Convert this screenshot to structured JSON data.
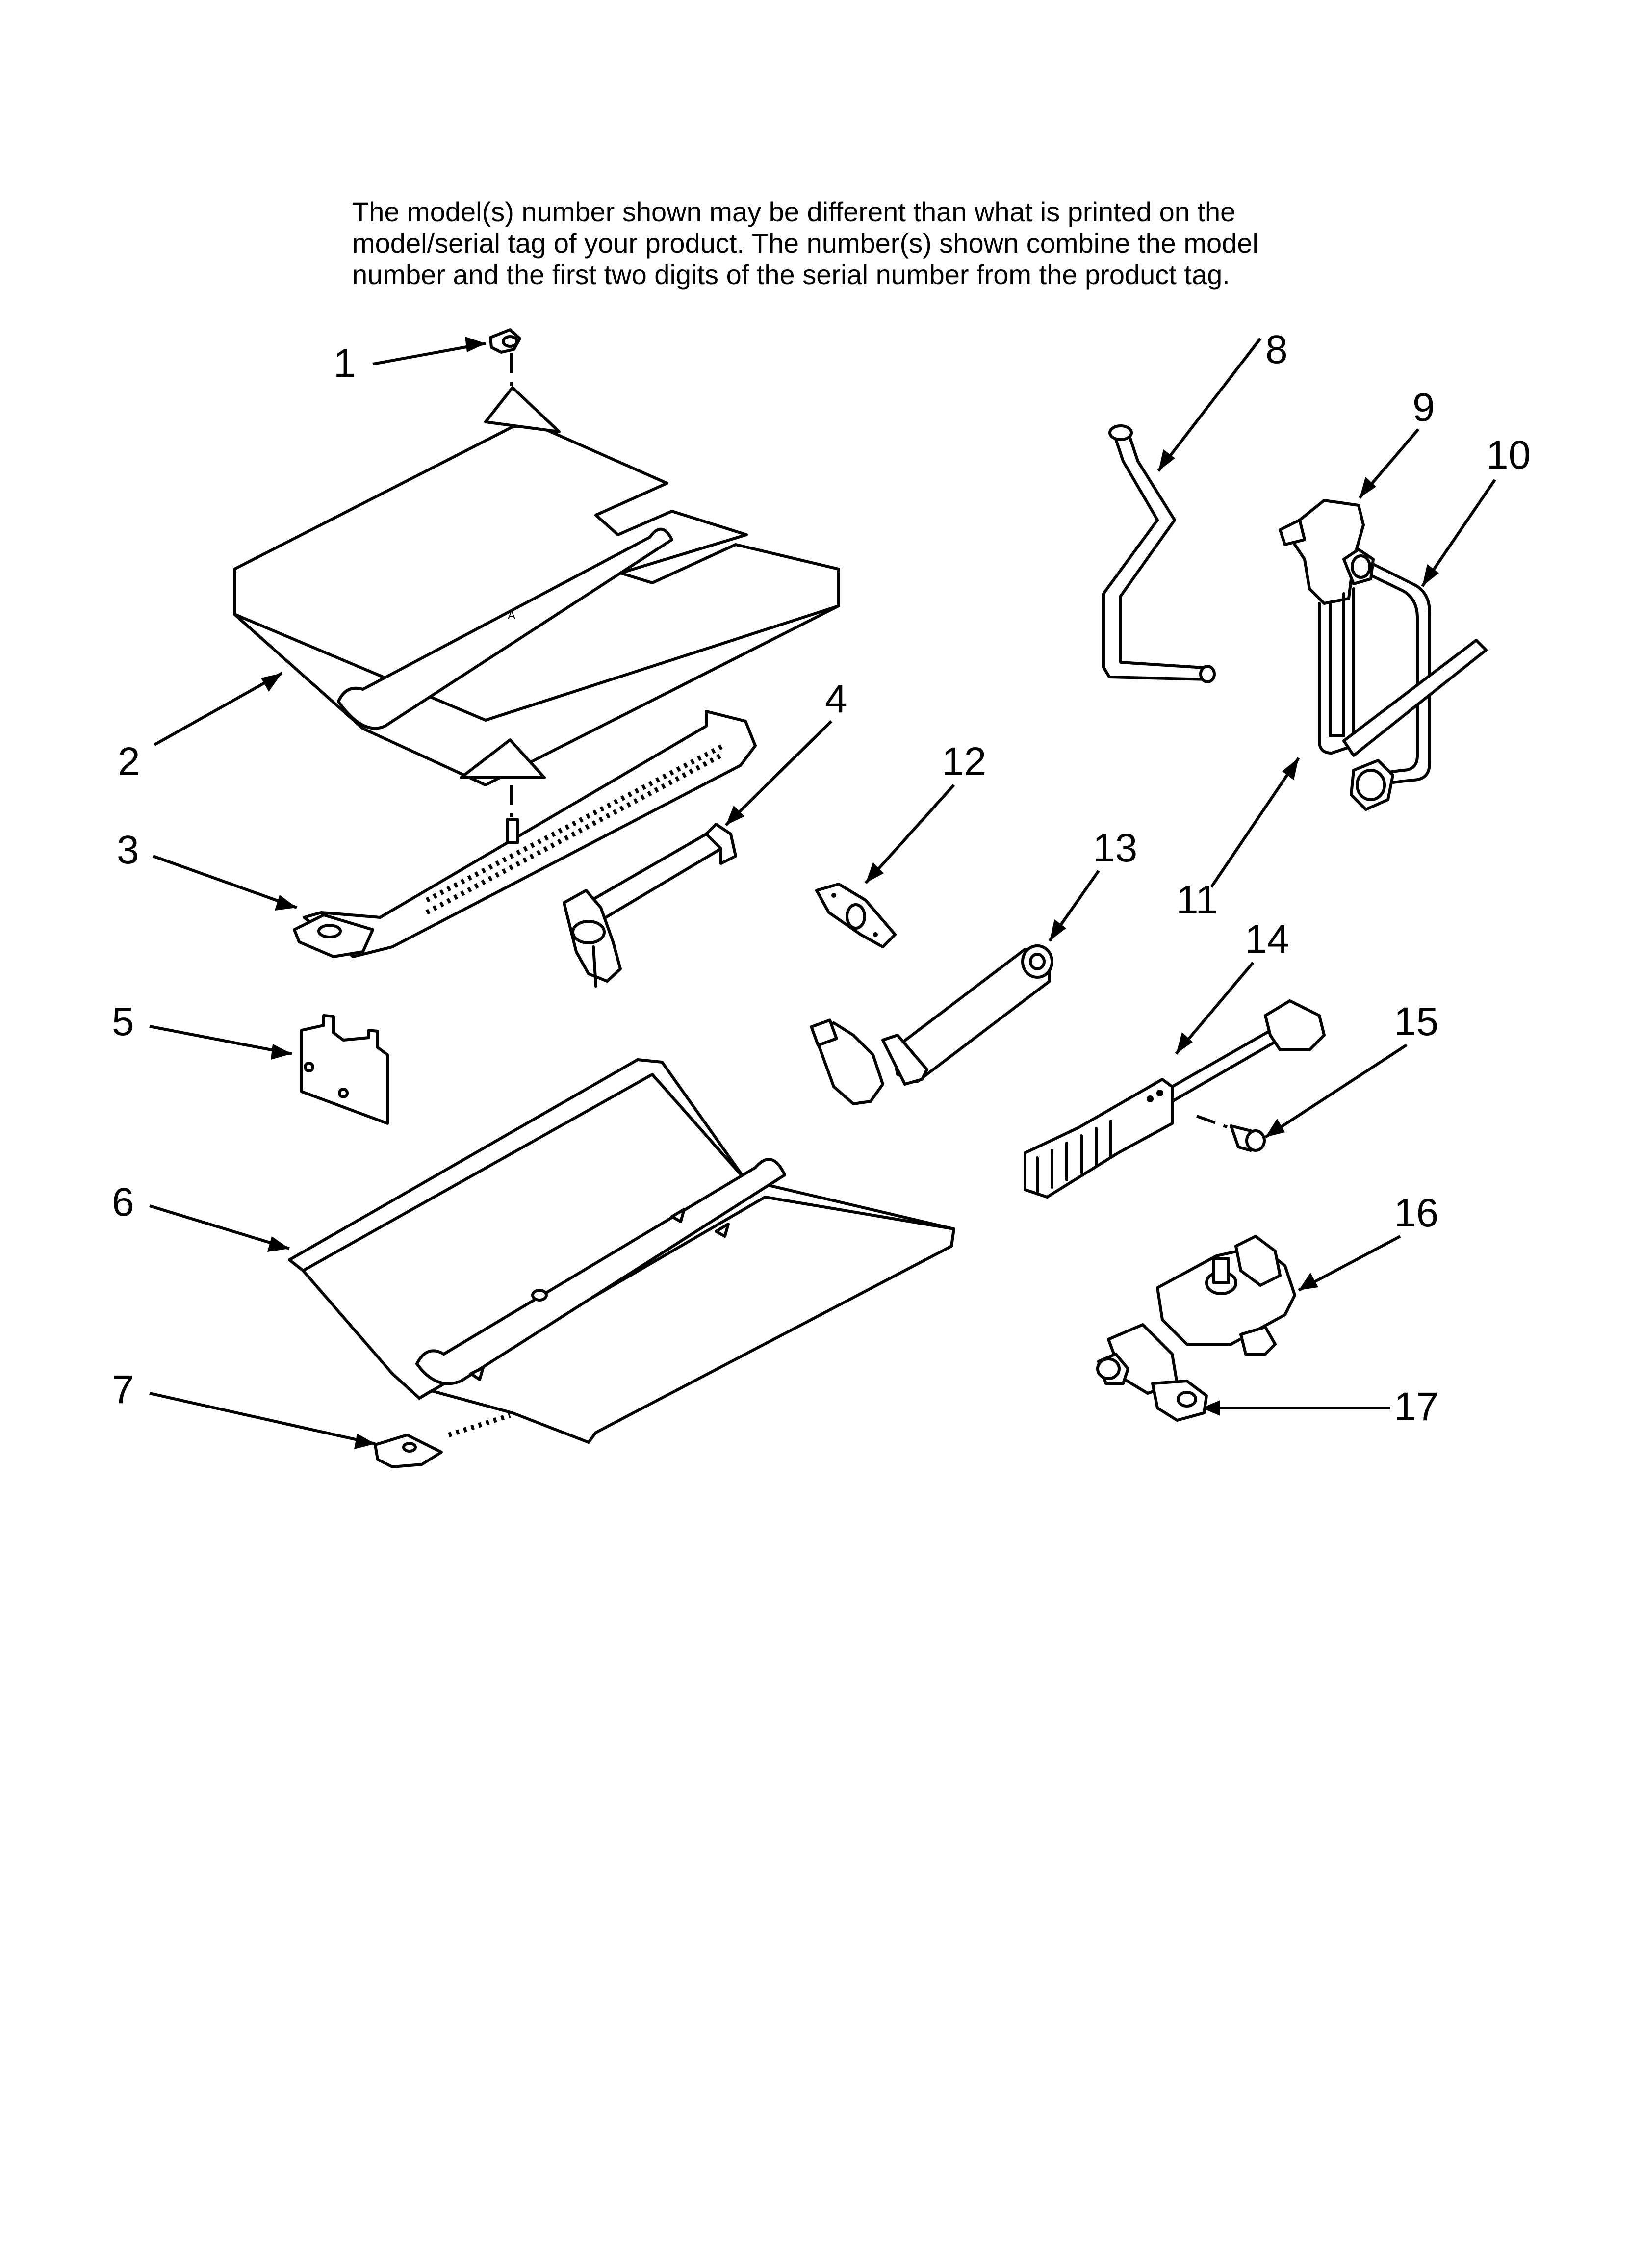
{
  "note": {
    "lines": [
      "The model(s) number shown may be different than what is printed on the",
      "model/serial tag of your product. The number(s) shown combine the model",
      "number and the first two digits of the serial number from the product tag."
    ]
  },
  "callouts": [
    "1",
    "2",
    "3",
    "4",
    "5",
    "6",
    "7",
    "8",
    "9",
    "10",
    "11",
    "12",
    "13",
    "14",
    "15",
    "16",
    "17"
  ],
  "parts": [
    {
      "id": "1",
      "icon": "wing-nut-icon"
    },
    {
      "id": "2",
      "icon": "burner-shield-icon"
    },
    {
      "id": "3",
      "icon": "bake-burner-icon"
    },
    {
      "id": "4",
      "icon": "orifice-tube-icon"
    },
    {
      "id": "5",
      "icon": "bracket-icon"
    },
    {
      "id": "6",
      "icon": "burner-baffle-icon"
    },
    {
      "id": "7",
      "icon": "igniter-strap-icon"
    },
    {
      "id": "8",
      "icon": "gas-tube-icon"
    },
    {
      "id": "9",
      "icon": "valve-fitting-icon"
    },
    {
      "id": "10",
      "icon": "gas-line-icon"
    },
    {
      "id": "11",
      "icon": "manifold-tube-icon"
    },
    {
      "id": "12",
      "icon": "gasket-icon"
    },
    {
      "id": "13",
      "icon": "broil-orifice-tube-icon"
    },
    {
      "id": "14",
      "icon": "igniter-icon"
    },
    {
      "id": "15",
      "icon": "screw-icon"
    },
    {
      "id": "16",
      "icon": "safety-valve-icon"
    },
    {
      "id": "17",
      "icon": "mounting-tab-icon"
    }
  ],
  "colors": {
    "ink": "#000000",
    "paper": "#ffffff"
  }
}
